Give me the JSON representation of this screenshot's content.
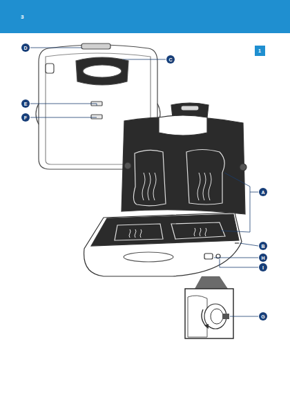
{
  "diagram": {
    "nodes": [
      {
        "text": [
          "3"
        ]
      },
      {
        "text": [
          "D"
        ]
      },
      {
        "text": [
          "C"
        ]
      },
      {
        "text": [
          "1"
        ]
      },
      {
        "text": [
          "E"
        ]
      },
      {
        "text": [
          "F"
        ]
      },
      {
        "text": [
          "A"
        ]
      },
      {
        "text": [
          "B"
        ]
      },
      {
        "text": [
          "H"
        ]
      },
      {
        "text": [
          "I"
        ]
      },
      {
        "text": [
          "G"
        ]
      }
    ]
  }
}
